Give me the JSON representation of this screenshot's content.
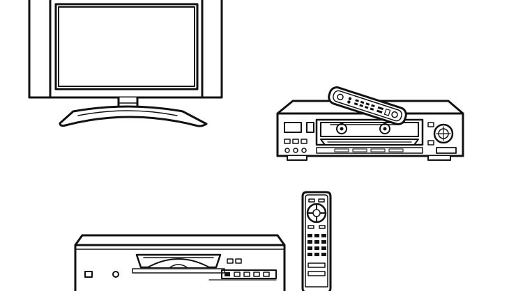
{
  "scene": {
    "background_color": "#ffffff",
    "line_color": "#111111",
    "fill_color": "#ffffff",
    "devices": [
      {
        "name": "flat-screen-television",
        "icon": "tv-icon"
      },
      {
        "name": "vcr-player-with-remote",
        "icon": "vcr-icon"
      },
      {
        "name": "dvd-player",
        "icon": "dvd-player-icon"
      },
      {
        "name": "standalone-remote-control",
        "icon": "remote-control-icon"
      }
    ]
  }
}
